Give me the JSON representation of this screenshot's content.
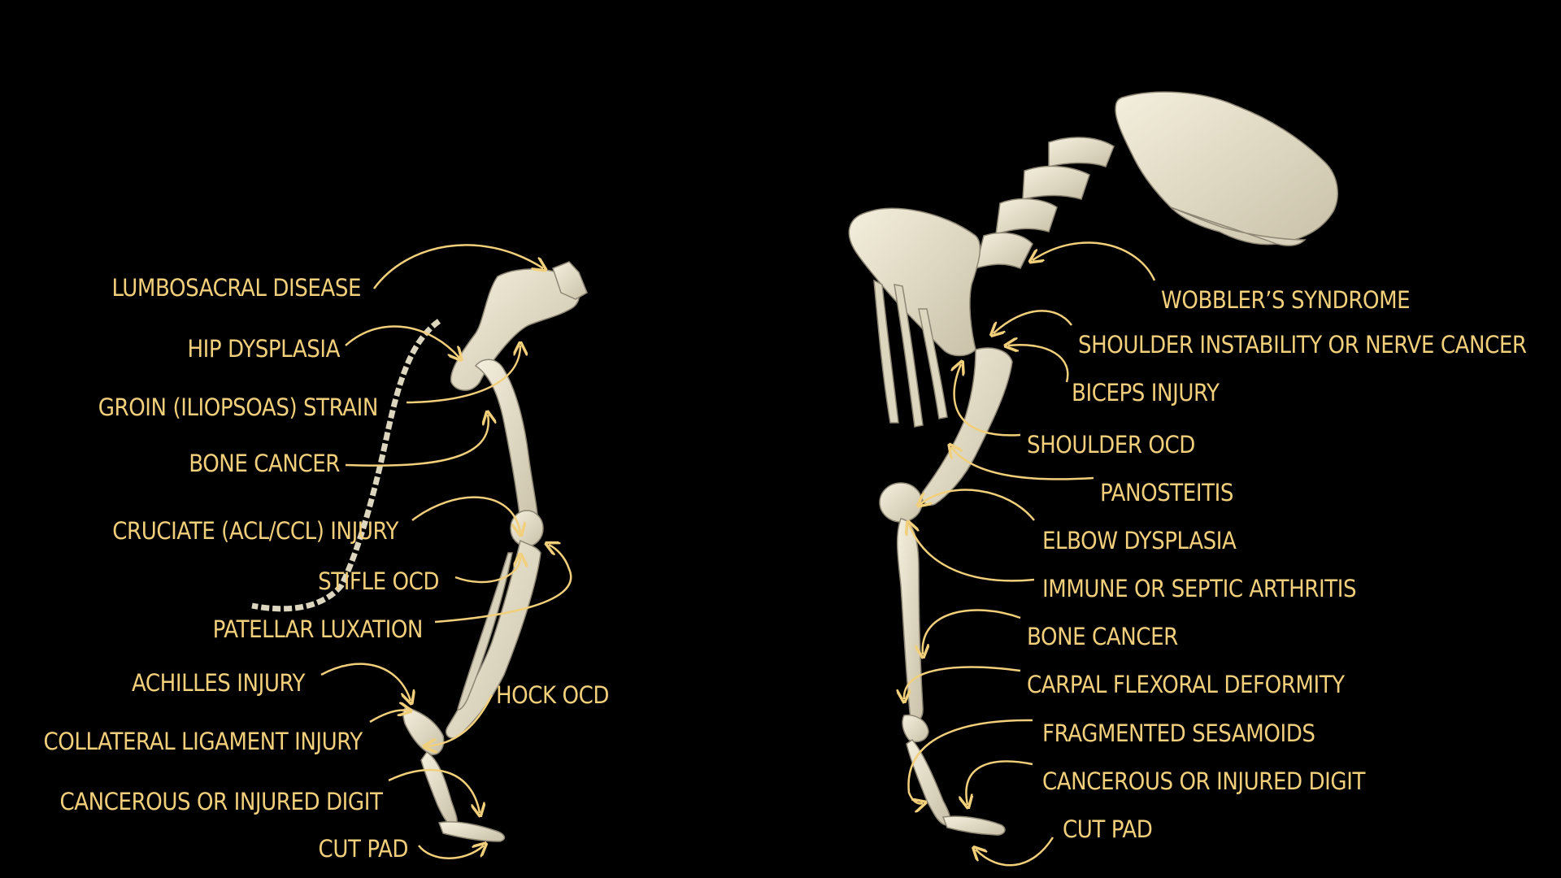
{
  "colors": {
    "background": "#000000",
    "label": "#f2cf7a",
    "arrow": "#f2cf7a",
    "bone": "#e9e3cf",
    "bone_shadow": "#b8b09a"
  },
  "hind_limb": {
    "labels": [
      "LUMBOSACRAL DISEASE",
      "HIP DYSPLASIA",
      "GROIN (ILIOPSOAS) STRAIN",
      "BONE CANCER",
      "CRUCIATE (ACL/CCL) INJURY",
      "STIFLE OCD",
      "PATELLAR LUXATION",
      "ACHILLES INJURY",
      "HOCK OCD",
      "COLLATERAL LIGAMENT INJURY",
      "CANCEROUS OR INJURED DIGIT",
      "CUT PAD"
    ]
  },
  "fore_limb": {
    "labels": [
      "WOBBLER’S SYNDROME",
      "SHOULDER INSTABILITY OR NERVE CANCER",
      "BICEPS INJURY",
      "SHOULDER OCD",
      "PANOSTEITIS",
      "ELBOW DYSPLASIA",
      "IMMUNE OR SEPTIC ARTHRITIS",
      "BONE CANCER",
      "CARPAL FLEXORAL DEFORMITY",
      "FRAGMENTED SESAMOIDS",
      "CANCEROUS OR INJURED DIGIT",
      "CUT PAD"
    ]
  }
}
